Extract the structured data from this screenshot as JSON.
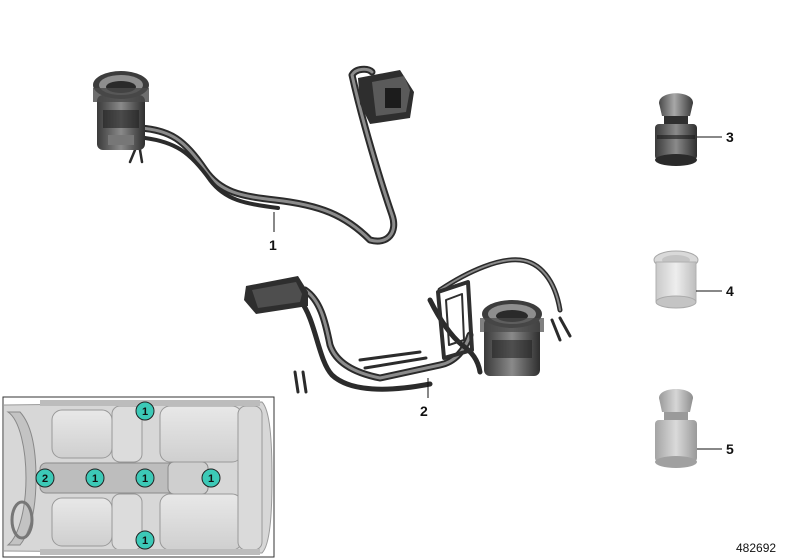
{
  "callouts": {
    "c1": "1",
    "c2": "2",
    "c3": "3",
    "c4": "4",
    "c5": "5"
  },
  "inset": {
    "badges": [
      "1",
      "2",
      "1",
      "1",
      "1",
      "1"
    ],
    "badge_color": "#3cc9b7"
  },
  "document_number": "482692"
}
